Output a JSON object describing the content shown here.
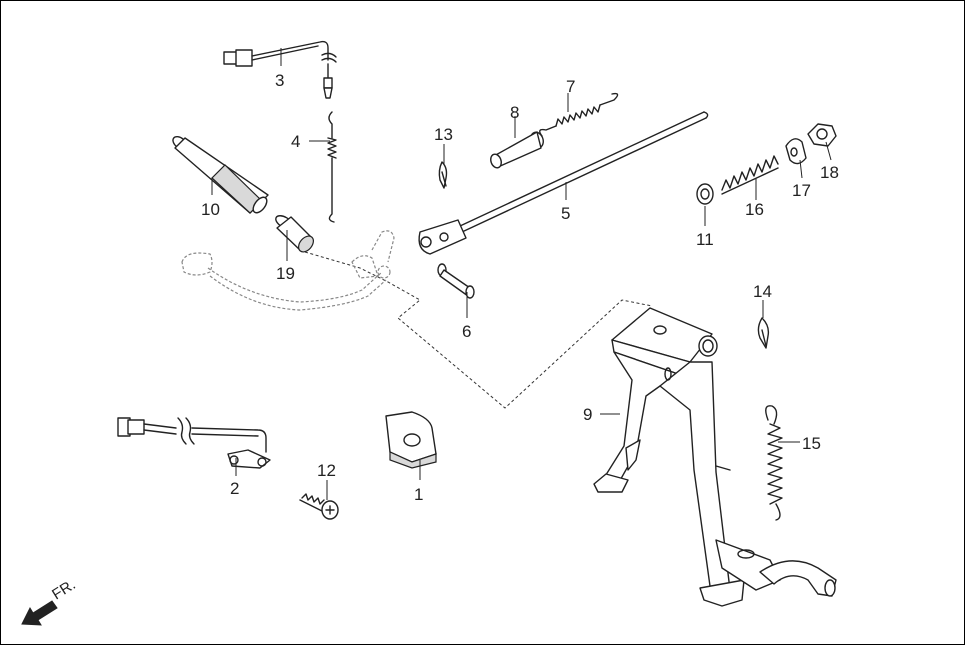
{
  "callouts": {
    "c1": "1",
    "c2": "2",
    "c3": "3",
    "c4": "4",
    "c5": "5",
    "c6": "6",
    "c7": "7",
    "c8": "8",
    "c9": "9",
    "c10": "10",
    "c11": "11",
    "c12": "12",
    "c13": "13",
    "c14": "14",
    "c15": "15",
    "c16": "16",
    "c17": "17",
    "c18": "18",
    "c19": "19"
  },
  "direction": {
    "label": "FR."
  },
  "colors": {
    "line": "#222222",
    "ghost": "#888888",
    "shade": "#d9d9d9"
  }
}
